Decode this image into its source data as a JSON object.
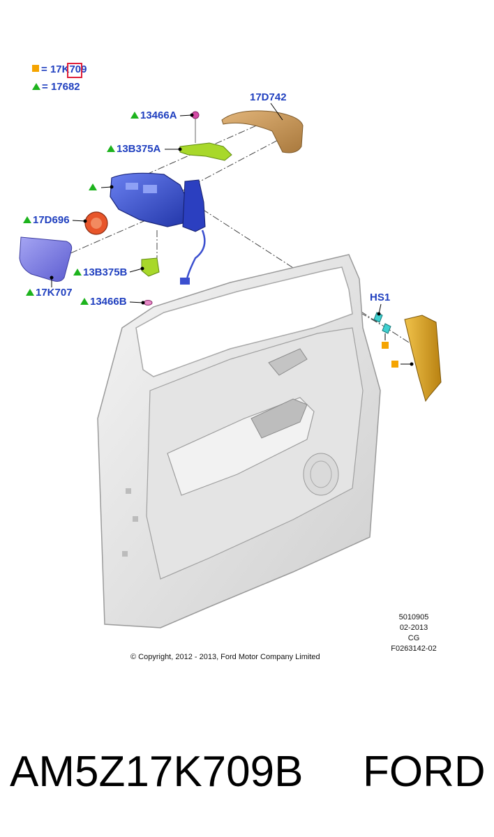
{
  "legend": {
    "square_symbol_label": "17K709",
    "triangle_symbol_label": "17682"
  },
  "callouts": {
    "c_17D742": "17D742",
    "c_13466A": "13466A",
    "c_13B375A": "13B375A",
    "c_17D696": "17D696",
    "c_13B375B": "13B375B",
    "c_17K707": "17K707",
    "c_13466B": "13466B",
    "c_HS1": "HS1"
  },
  "info_block": {
    "line1": "5010905",
    "line2": "02-2013",
    "line3": "CG",
    "line4": "F0263142-02"
  },
  "copyright": "© Copyright, 2012 - 2013, Ford Motor Company Limited",
  "footer": {
    "part_number": "AM5Z17K709B",
    "brand": "FORD"
  },
  "colors": {
    "label_blue": "#1f3fbf",
    "legend_square": "#f5a400",
    "legend_triangle": "#1db31d",
    "highlight_box": "#e0203a",
    "mirror_housing": "#3b56d6",
    "mirror_cap": "#c99a5c",
    "trim_panel": "#e1a51e",
    "bracket_green": "#a8d82a",
    "motor_red": "#e8552a",
    "glass_purple": "#7f7fe6"
  }
}
